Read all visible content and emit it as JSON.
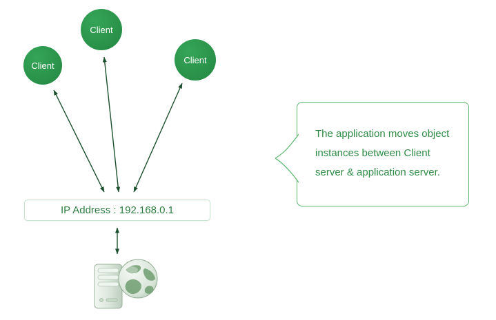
{
  "clients": [
    {
      "label": "Client"
    },
    {
      "label": "Client"
    },
    {
      "label": "Client"
    }
  ],
  "ip_box": {
    "label": "IP Address : 192.168.0.1"
  },
  "callout": {
    "text": "The application moves object instances between Client server & application server."
  },
  "icons": {
    "server": "server-globe-icon",
    "connection": "double-arrow-icon"
  },
  "colors": {
    "client_fill": "#2E9B4E",
    "arrow": "#1B4F2D",
    "ip_border": "#C4E2CB",
    "ip_text": "#2E7D43",
    "callout_border": "#57B56C",
    "callout_text": "#2E8B46"
  }
}
